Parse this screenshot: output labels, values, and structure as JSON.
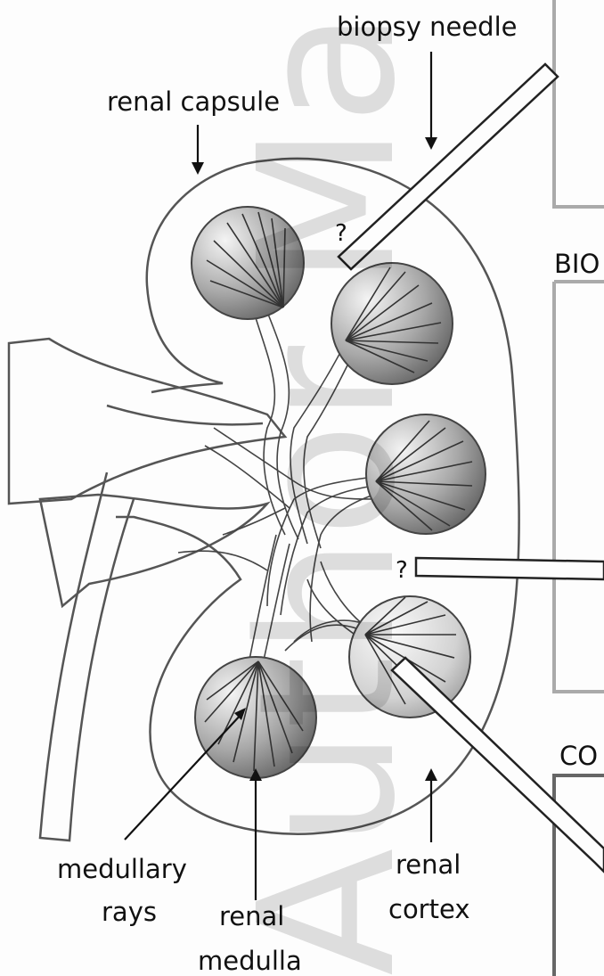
{
  "labels": {
    "biopsy_needle": "biopsy needle",
    "renal_capsule": "renal capsule",
    "medullary_rays_1": "medullary",
    "medullary_rays_2": "rays",
    "renal_medulla_1": "renal",
    "renal_medulla_2": "medulla",
    "renal_cortex_1": "renal",
    "renal_cortex_2": "cortex",
    "question_mark": "?",
    "panel_bio": "BIO",
    "panel_co": "CO"
  },
  "watermark": "Author Manuscript",
  "colors": {
    "outline": "#555555",
    "pyramid_light": "#f2f2f2",
    "pyramid_dark": "#555555",
    "panel_border": "#aaaaaa"
  }
}
